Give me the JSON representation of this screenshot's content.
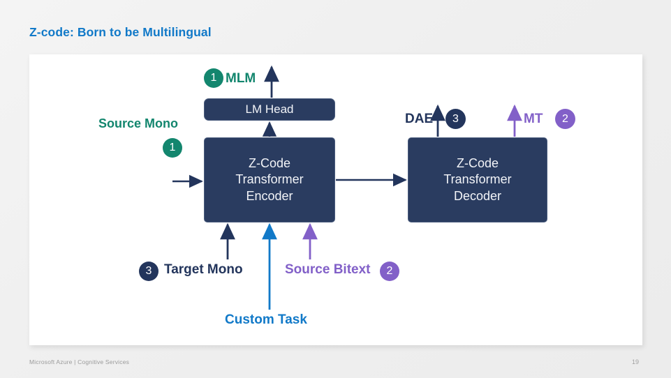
{
  "slide": {
    "title": "Z-code: Born to be Multilingual",
    "footer_left": "Microsoft Azure | Cognitive Services",
    "page_number": "19"
  },
  "colors": {
    "title_blue": "#1179c8",
    "box_navy": "#2a3c60",
    "teal": "#13866e",
    "navy": "#23355c",
    "purple": "#8260c8",
    "blue": "#1179c8",
    "canvas_white": "#ffffff",
    "background": "#f1f1f1"
  },
  "diagram": {
    "type": "block-diagram",
    "boxes": [
      {
        "id": "lm_head",
        "label": "LM Head"
      },
      {
        "id": "encoder",
        "line1": "Z-Code",
        "line2": "Transformer",
        "line3": "Encoder"
      },
      {
        "id": "decoder",
        "line1": "Z-Code",
        "line2": "Transformer",
        "line3": "Decoder"
      }
    ],
    "labels": {
      "mlm": {
        "text": "MLM",
        "badge": "1",
        "color": "teal"
      },
      "source_mono": {
        "text": "Source Mono",
        "badge": "1",
        "color": "teal"
      },
      "dae": {
        "text": "DAE",
        "badge": "3",
        "color": "navy"
      },
      "mt": {
        "text": "MT",
        "badge": "2",
        "color": "purple"
      },
      "target_mono": {
        "text": "Target Mono",
        "badge": "3",
        "color": "navy"
      },
      "source_bitext": {
        "text": "Source Bitext",
        "badge": "2",
        "color": "purple"
      },
      "custom_task": {
        "text": "Custom Task",
        "badge": "",
        "color": "blue"
      }
    },
    "arrows": [
      {
        "id": "source-mono-into-encoder",
        "direction": "right",
        "color": "navy"
      },
      {
        "id": "encoder-to-decoder",
        "direction": "right",
        "color": "navy"
      },
      {
        "id": "encoder-to-lm-head",
        "direction": "up",
        "color": "navy"
      },
      {
        "id": "lm-head-to-mlm",
        "direction": "up",
        "color": "navy"
      },
      {
        "id": "target-mono-into-encoder",
        "direction": "up",
        "color": "navy"
      },
      {
        "id": "custom-task-into-encoder",
        "direction": "up",
        "color": "blue"
      },
      {
        "id": "source-bitext-into-encoder",
        "direction": "up",
        "color": "purple"
      },
      {
        "id": "decoder-to-dae",
        "direction": "up",
        "color": "navy"
      },
      {
        "id": "decoder-to-mt",
        "direction": "up",
        "color": "purple"
      }
    ]
  }
}
